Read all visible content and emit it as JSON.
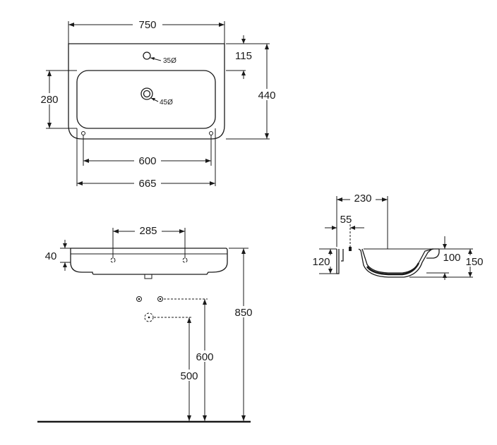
{
  "top_view": {
    "overall_width": "750",
    "tap_hole_offset": "115",
    "tap_hole_diameter": "35Ø",
    "drain_diameter": "45Ø",
    "bowl_depth": "280",
    "overall_depth": "440",
    "fixing_distance": "600",
    "bowl_width": "665"
  },
  "front_view": {
    "fixing_spacing": "285",
    "rim_height": "40",
    "installation_height": "850",
    "water_supply_height": "600",
    "waste_height": "500"
  },
  "side_view": {
    "depth": "230",
    "wall_offset": "55",
    "back_height": "120",
    "bowl_height": "100",
    "total_height": "150"
  }
}
